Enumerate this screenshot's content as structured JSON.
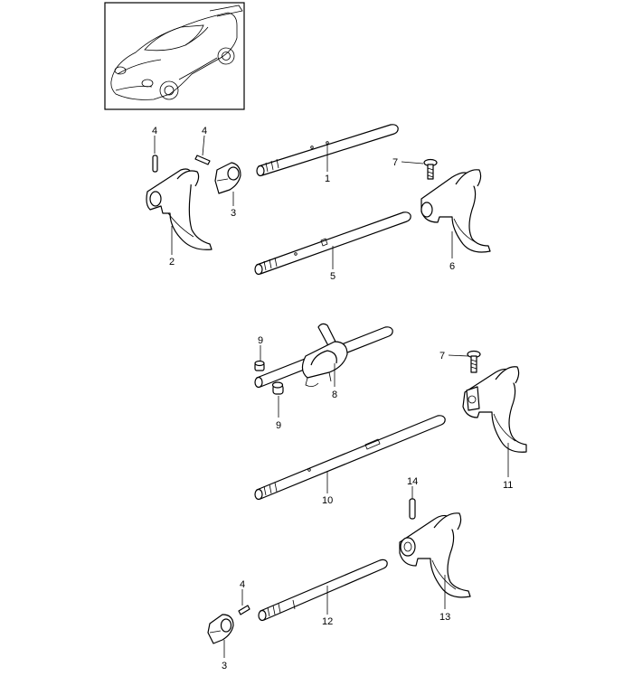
{
  "thumbnail": {
    "icon": "car-thumbnail-icon"
  },
  "callouts": {
    "c1": "1",
    "c2": "2",
    "c3a": "3",
    "c3b": "3",
    "c4a": "4",
    "c4b": "4",
    "c4c": "4",
    "c5": "5",
    "c6": "6",
    "c7a": "7",
    "c7b": "7",
    "c8": "8",
    "c9a": "9",
    "c9b": "9",
    "c10": "10",
    "c11": "11",
    "c12": "12",
    "c13": "13",
    "c14": "14"
  }
}
